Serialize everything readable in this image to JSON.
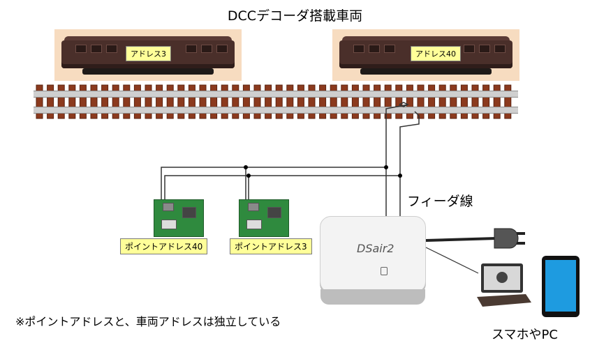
{
  "title": "DCCデコーダ搭載車両",
  "trains": [
    {
      "address_label": "アドレス3"
    },
    {
      "address_label": "アドレス40"
    }
  ],
  "points": [
    {
      "label": "ポイントアドレス40"
    },
    {
      "label": "ポイントアドレス3"
    }
  ],
  "feeder_label": "フィーダ線",
  "controller_logo": "DSair2",
  "devices_label": "スマホやPC",
  "note": "※ポイントアドレスと、車両アドレスは独立している",
  "colors": {
    "tie": "#8b3a1e",
    "label_bg": "#ffff99",
    "pcb": "#2f8a3e",
    "tablet_screen": "#1e9be0"
  }
}
